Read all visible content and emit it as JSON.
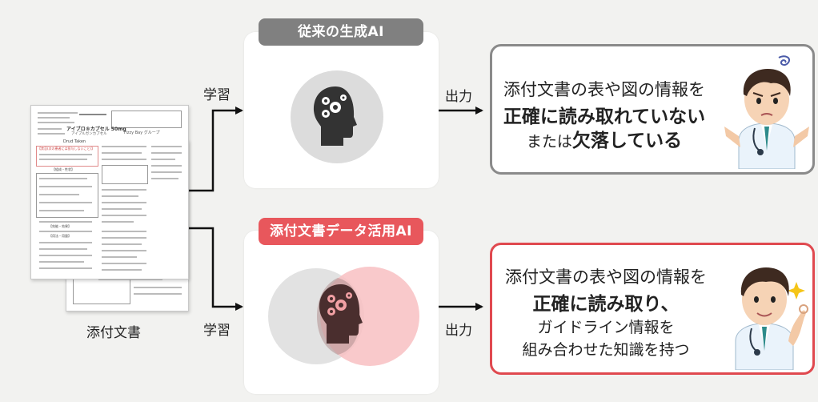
{
  "document_caption": "添付文書",
  "learn_label": "学習",
  "output_label": "出力",
  "traditional": {
    "title": "従来の生成AI",
    "title_color": "#808080",
    "result_border_color": "#8a8a8a",
    "result_line1": "添付文書の表や図の情報を",
    "result_line2": "正確に読み取れていない",
    "result_line3_prefix": "または",
    "result_line3_bold": "欠落している",
    "doctor_expression": "confused"
  },
  "proposed": {
    "title": "添付文書データ活用AI",
    "title_color": "#e8575c",
    "result_border_color": "#e0494f",
    "result_line1": "添付文書の表や図の情報を",
    "result_line2": "正確に読み取り、",
    "result_line3": "ガイドライン情報を",
    "result_line4": "組み合わせた知識を持つ",
    "doctor_expression": "confident"
  },
  "doc_front": {
    "title": "アイブロ®カプセル 50mg",
    "subtitle": "アイブルガンカプセル",
    "header": "Drud Taken",
    "section1": "【禁忌(次の患者には投与しないこと)】",
    "section2": "【組成・性状】",
    "section3": "【効能・効果】",
    "section4": "【用法・用量】",
    "brand": "Fizzy Bay グループ"
  }
}
